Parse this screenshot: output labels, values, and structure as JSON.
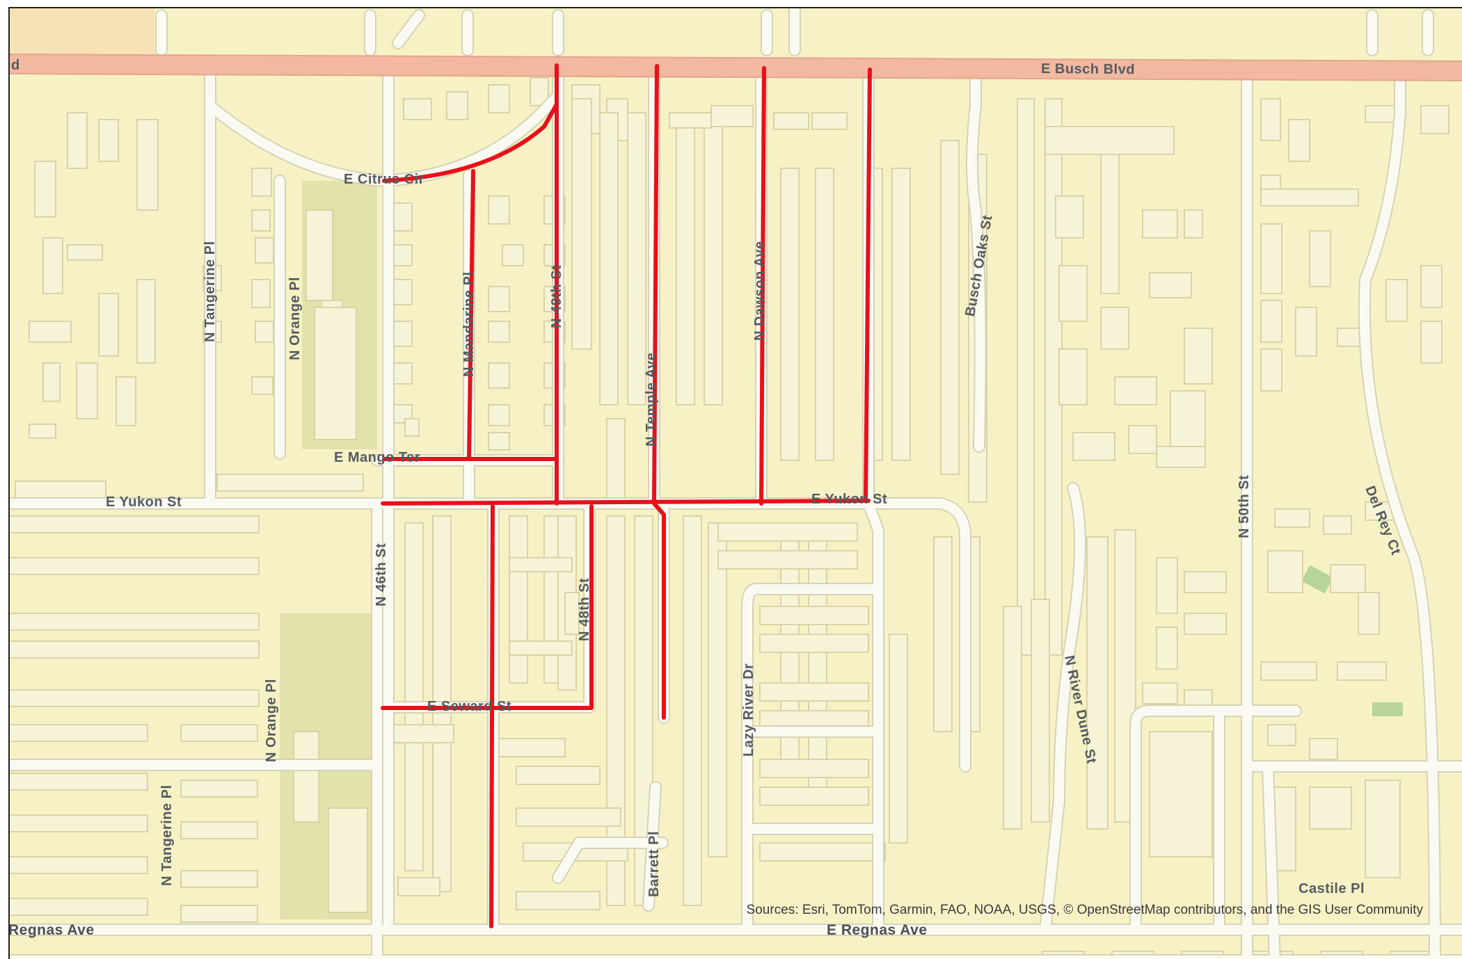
{
  "map": {
    "attribution": "Sources: Esri, TomTom, Garmin, FAO, NOAA, USGS, © OpenStreetMap contributors, and the GIS User Community",
    "colors": {
      "background": "#f7f2c6",
      "street": "#fbfaf2",
      "arterial": "#f2b8a0",
      "building": "#f7f3d7",
      "building_outline": "#d9d3a8",
      "park": "#e2e2ab",
      "highlight": "#e8101a",
      "commercial": "#f7e2b5"
    },
    "streets": {
      "busch": "E Busch Blvd",
      "busch_left_fragment": "d",
      "citrus": "E Citrus Cir",
      "tangerine_n": "N Tangerine Pl",
      "orange_n": "N Orange Pl",
      "mandarine": "N Mandarine Pl",
      "n49th": "N 49th St",
      "temple": "N Temple Ave",
      "dawson": "N Dawson Ave",
      "busch_oaks": "Busch Oaks St",
      "mango": "E Mango Ter",
      "yukon_w": "E Yukon St",
      "yukon_e": "E Yukon St",
      "n46th": "N 46th St",
      "n48th": "N 48th St",
      "orange_s": "N Orange Pl",
      "seward": "E Seward St",
      "lazy_river": "Lazy River Dr",
      "river_dune": "N River Dune St",
      "n50th": "N 50th St",
      "del_rey": "Del Rey Ct",
      "tangerine_s": "N Tangerine Pl",
      "barrett": "Barrett Pl",
      "castile": "Castile Pl",
      "regnas_w": "Regnas Ave",
      "regnas_e": "E Regnas Ave"
    }
  }
}
